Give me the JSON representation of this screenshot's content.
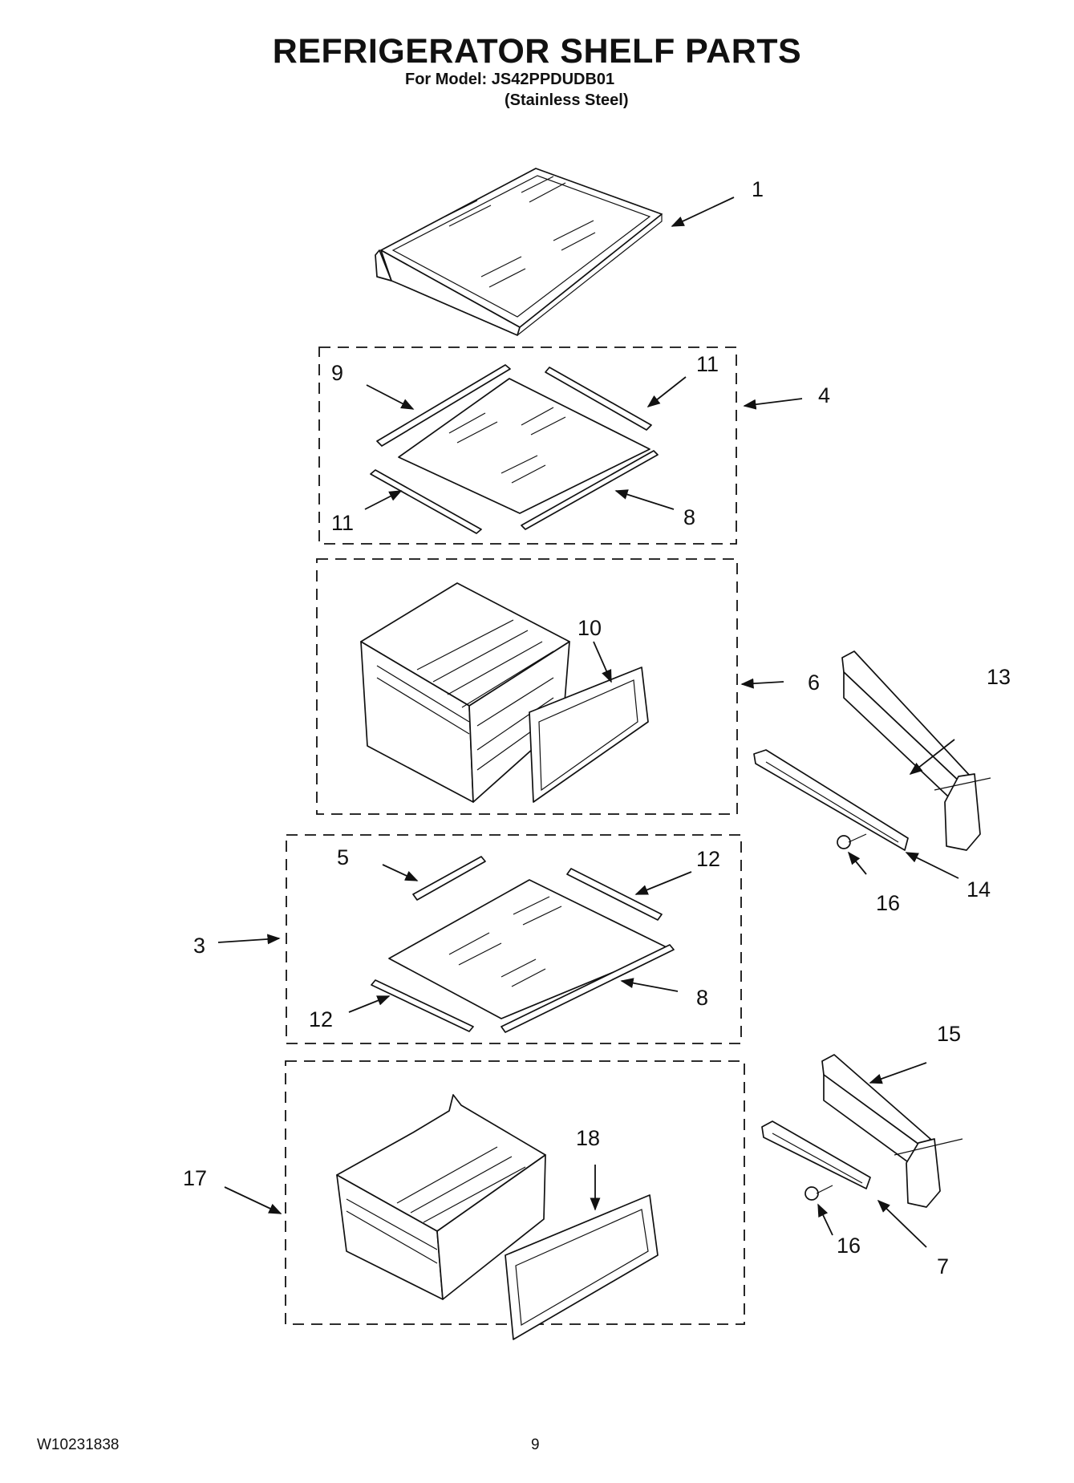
{
  "header": {
    "title": "REFRIGERATOR SHELF PARTS",
    "model_line": "For Model: JS42PPDUDB01",
    "finish_line": "(Stainless Steel)"
  },
  "callouts": {
    "c1": "1",
    "c3": "3",
    "c4": "4",
    "c5": "5",
    "c6": "6",
    "c7": "7",
    "c8a": "8",
    "c8b": "8",
    "c9": "9",
    "c10": "10",
    "c11a": "11",
    "c11b": "11",
    "c12a": "12",
    "c12b": "12",
    "c13": "13",
    "c14": "14",
    "c15": "15",
    "c16a": "16",
    "c16b": "16",
    "c17": "17",
    "c18": "18"
  },
  "footer": {
    "doc_number": "W10231838",
    "page_number": "9"
  }
}
